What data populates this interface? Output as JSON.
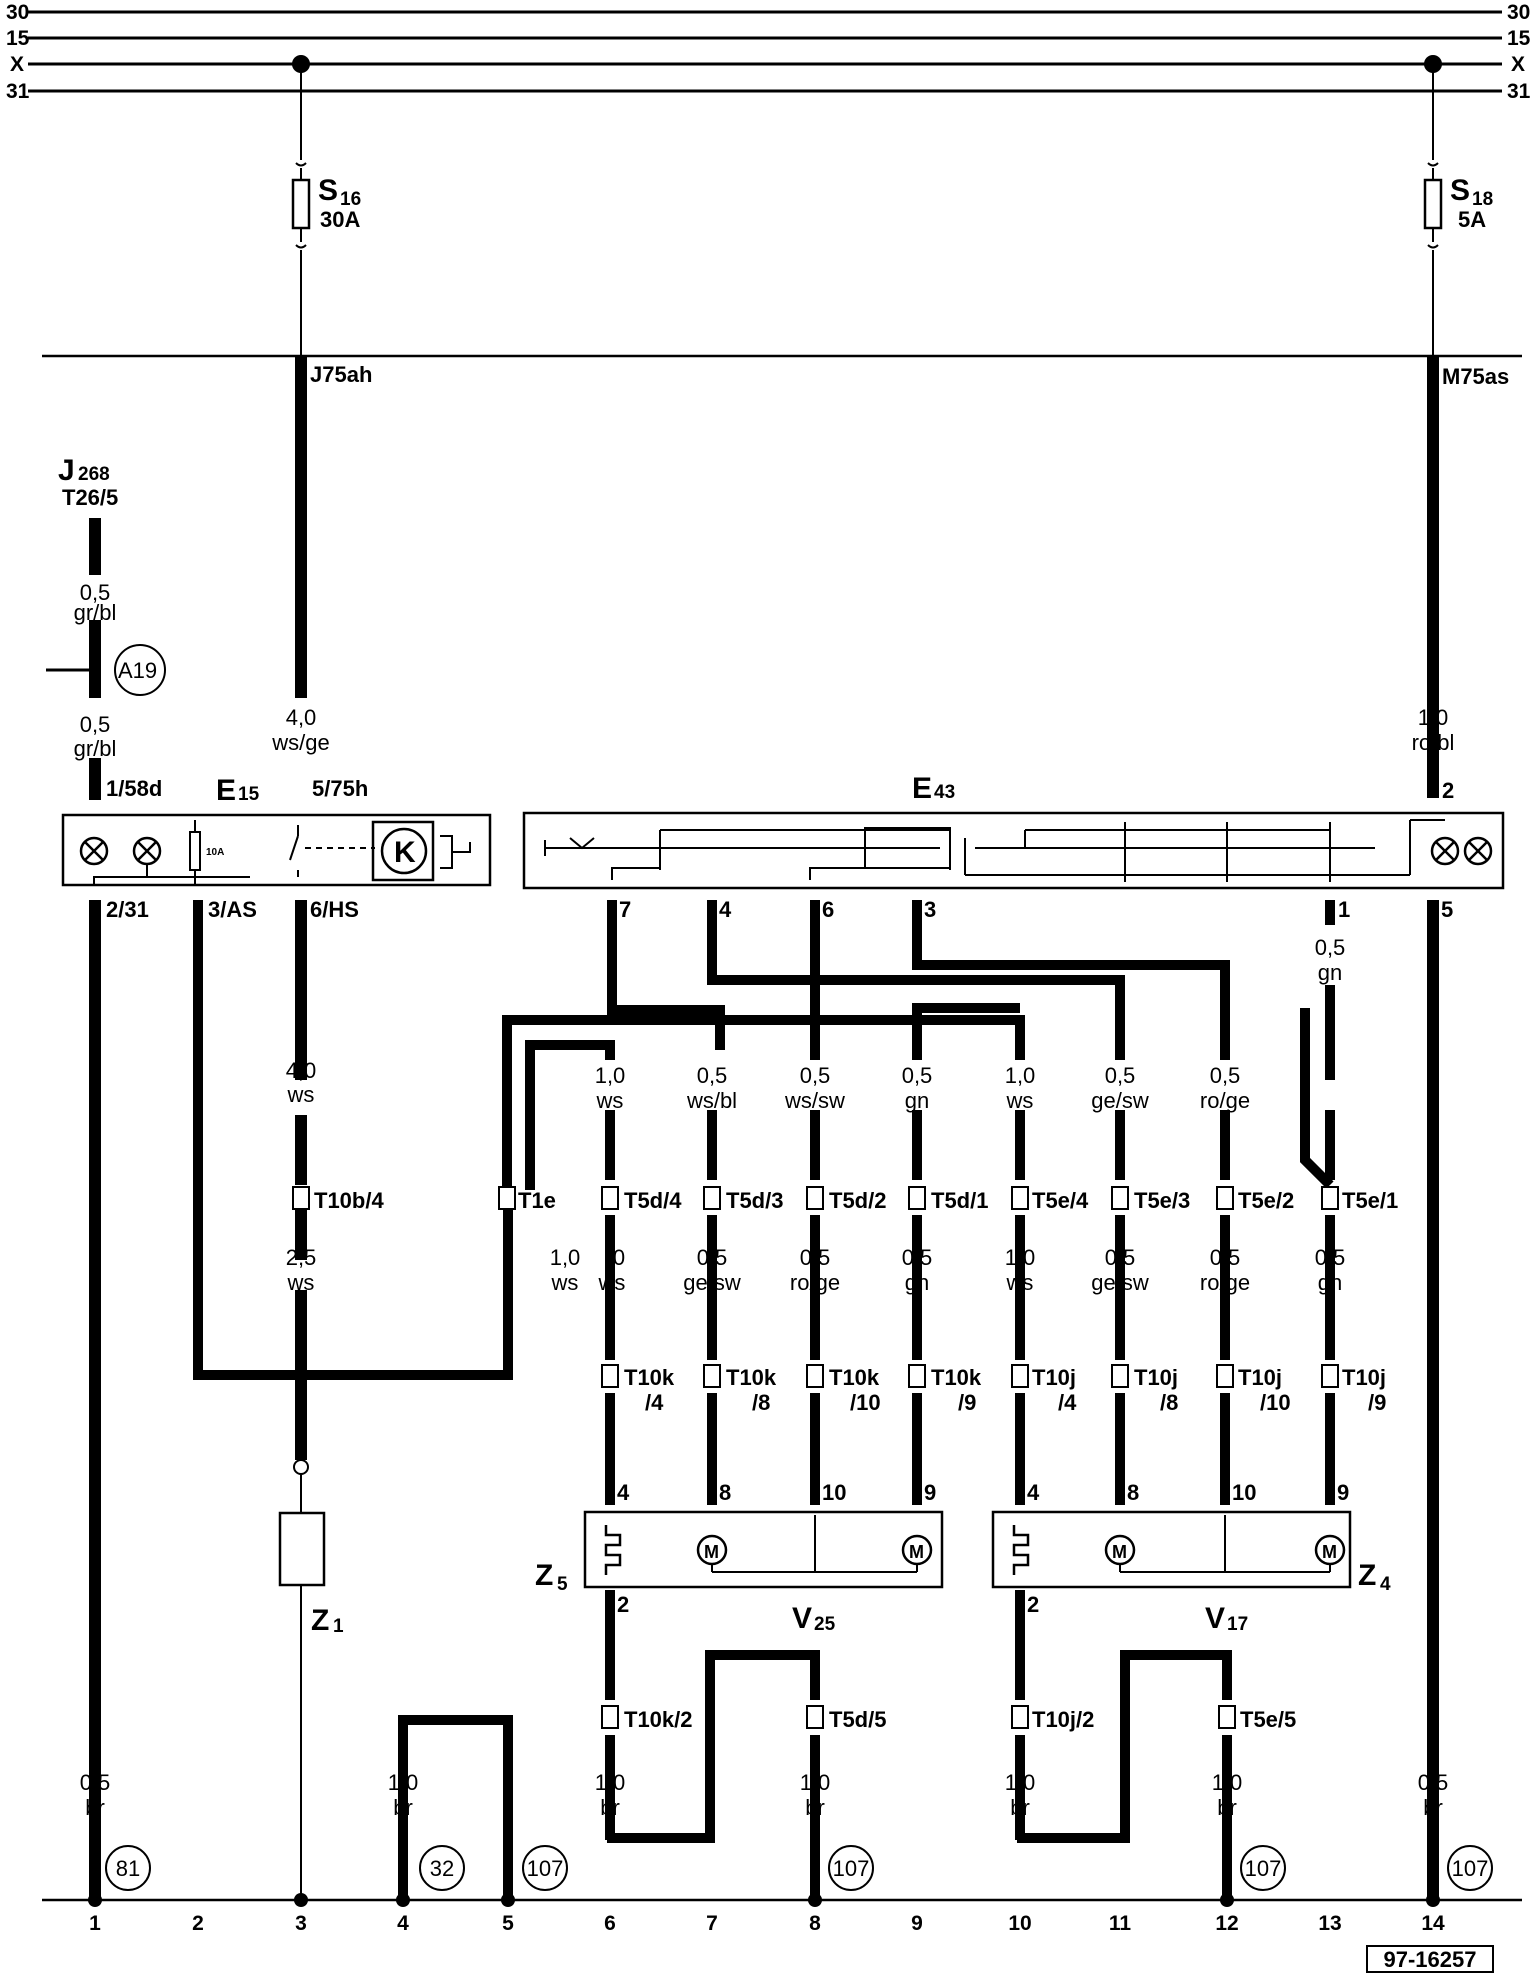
{
  "bus_lines": [
    "30",
    "15",
    "X",
    "31"
  ],
  "fuses": [
    {
      "id": "S16",
      "name": "S",
      "sub": "16",
      "rating": "30A",
      "rail": "J75ah"
    },
    {
      "id": "S18",
      "name": "S",
      "sub": "18",
      "rating": "5A",
      "rail": "M75as"
    }
  ],
  "components": {
    "j268": {
      "name": "J",
      "sub": "268",
      "pin": "T26/5"
    },
    "a19": "A19",
    "e15": {
      "name": "E",
      "sub": "15",
      "fuse_rating": "10A",
      "relay_symbol": "K",
      "pins": [
        "1/58d",
        "5/75h",
        "2/31",
        "3/AS",
        "6/HS"
      ]
    },
    "e43": {
      "name": "E",
      "sub": "43",
      "pins": [
        "2",
        "7",
        "4",
        "6",
        "3",
        "1",
        "5"
      ]
    },
    "z1": {
      "name": "Z",
      "sub": "1"
    },
    "z5": {
      "name": "Z",
      "sub": "5"
    },
    "z4": {
      "name": "Z",
      "sub": "4"
    },
    "v25": {
      "name": "V",
      "sub": "25"
    },
    "v17": {
      "name": "V",
      "sub": "17"
    },
    "motor_symbol": "M",
    "pins_z5": [
      "4",
      "8",
      "10",
      "9",
      "2"
    ],
    "pins_z4": [
      "4",
      "8",
      "10",
      "9",
      "2"
    ]
  },
  "wire_labels": {
    "j268_top": [
      "0,5",
      "gr/bl"
    ],
    "j268_bottom": [
      "0,5",
      "gr/bl"
    ],
    "s16_down": [
      "4,0",
      "ws/ge"
    ],
    "s18_down": [
      "1,0",
      "ro/bl"
    ],
    "e43_pin1": [
      "0,5",
      "gn"
    ],
    "col3_top": [
      "4,0",
      "ws"
    ],
    "col3_bottom": [
      "2,5",
      "ws"
    ],
    "row1": [
      [
        "1,0",
        "ws"
      ],
      [
        "0,5",
        "ws/bl"
      ],
      [
        "0,5",
        "ws/sw"
      ],
      [
        "0,5",
        "gn"
      ],
      [
        "1,0",
        "ws"
      ],
      [
        "0,5",
        "ge/sw"
      ],
      [
        "0,5",
        "ro/ge"
      ]
    ],
    "row2": [
      [
        "1,0",
        "ws"
      ],
      [
        ",0",
        "ws"
      ],
      [
        "0,5",
        "ge/sw"
      ],
      [
        "0,5",
        "ro/ge"
      ],
      [
        "0,5",
        "gn"
      ],
      [
        "1,0",
        "ws"
      ],
      [
        "0,5",
        "ge/sw"
      ],
      [
        "0,5",
        "ro/ge"
      ],
      [
        "0,5",
        "gn"
      ]
    ],
    "bottom": [
      [
        "0,5",
        "br"
      ],
      [
        "1,0",
        "br"
      ],
      [
        "1,0",
        "br"
      ],
      [
        "1,0",
        "br"
      ],
      [
        "1,0",
        "br"
      ],
      [
        "1,0",
        "br"
      ],
      [
        "0,5",
        "br"
      ]
    ]
  },
  "connectors": {
    "t10b": "T10b/4",
    "t1e": "T1e",
    "t5d": [
      "T5d/4",
      "T5d/3",
      "T5d/2",
      "T5d/1"
    ],
    "t5e": [
      "T5e/4",
      "T5e/3",
      "T5e/2",
      "T5e/1"
    ],
    "t10k": [
      [
        "T10k",
        "/4"
      ],
      [
        "T10k",
        "/8"
      ],
      [
        "T10k",
        "/10"
      ],
      [
        "T10k",
        "/9"
      ]
    ],
    "t10j": [
      [
        "T10j",
        "/4"
      ],
      [
        "T10j",
        "/8"
      ],
      [
        "T10j",
        "/10"
      ],
      [
        "T10j",
        "/9"
      ]
    ],
    "bottom": [
      "T10k/2",
      "T5d/5",
      "T10j/2",
      "T5e/5"
    ]
  },
  "refs": [
    "81",
    "32",
    "107",
    "107",
    "107",
    "107"
  ],
  "columns": [
    "1",
    "2",
    "3",
    "4",
    "5",
    "6",
    "7",
    "8",
    "9",
    "10",
    "11",
    "12",
    "13",
    "14"
  ],
  "doc_number": "97-16257"
}
